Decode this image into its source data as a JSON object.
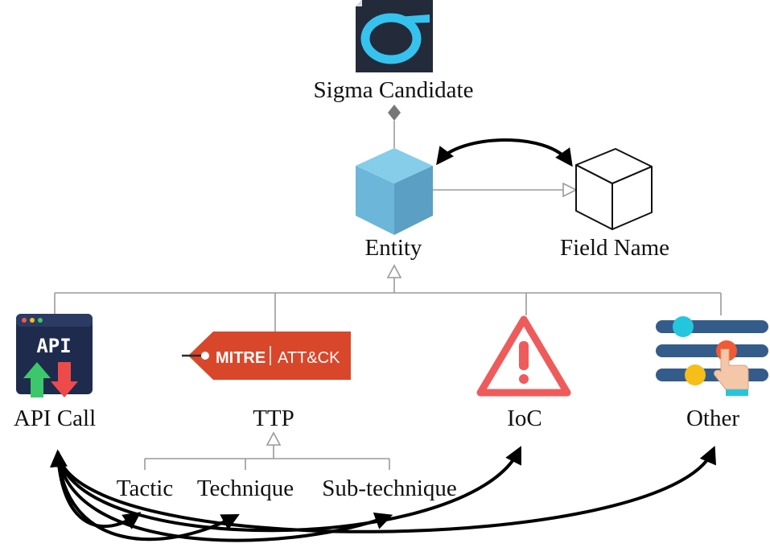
{
  "nodes": {
    "sigma": {
      "label": "Sigma Candidate",
      "icon": "sigma-logo-icon"
    },
    "entity": {
      "label": "Entity",
      "icon": "blue-cube-icon"
    },
    "field_name": {
      "label": "Field Name",
      "icon": "outline-cube-icon"
    },
    "api_call": {
      "label": "API Call",
      "icon": "api-window-icon",
      "icon_text": "API"
    },
    "ttp": {
      "label": "TTP",
      "icon": "mitre-attack-tag-icon",
      "icon_text_left": "MITRE",
      "icon_text_right": "ATT&CK"
    },
    "ioc": {
      "label": "IoC",
      "icon": "warning-triangle-icon"
    },
    "other": {
      "label": "Other",
      "icon": "list-hand-icon"
    },
    "tactic": {
      "label": "Tactic"
    },
    "technique": {
      "label": "Technique"
    },
    "sub_technique": {
      "label": "Sub-technique"
    }
  },
  "colors": {
    "sigma_bg": "#232a3a",
    "sigma_ring": "#35c3ee",
    "cube_top": "#86cdea",
    "cube_left": "#6cb6d9",
    "cube_right": "#5b9fc4",
    "api_bg": "#1e2b4d",
    "api_arrow_up": "#3cc86a",
    "api_arrow_down": "#ee4a4a",
    "mitre_tag": "#d9472b",
    "ioc_red": "#ef5b5b",
    "other_bar": "#335c8a",
    "other_dot_cyan": "#24c6dd",
    "other_dot_orange": "#f05a34",
    "other_dot_yellow": "#f5be18",
    "hierarchy_line": "#9a9a9a",
    "association_line": "#000000"
  }
}
